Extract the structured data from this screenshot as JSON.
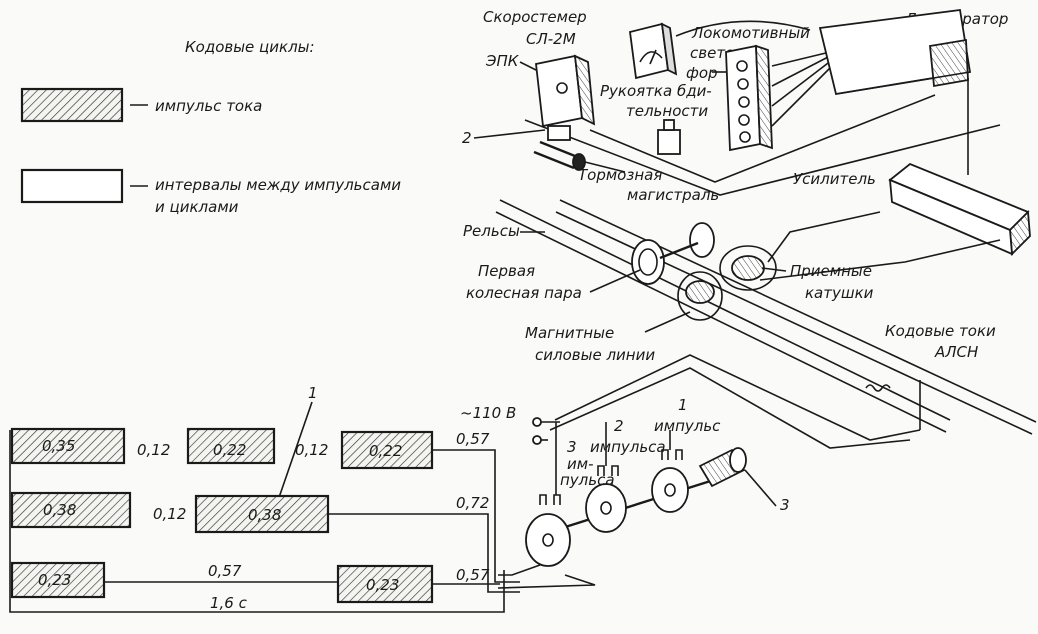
{
  "legend": {
    "title": "Кодовые циклы:",
    "pulse_text": "импульс тока",
    "interval_line1": "интервалы между импульсами",
    "interval_line2": "и циклами"
  },
  "devices": {
    "speedometer_1": "Скоростемер",
    "speedometer_2": "СЛ-2М",
    "epk": "ЭПК",
    "loco_signal_1": "Локомотивный",
    "loco_signal_2": "свето-",
    "loco_signal_3": "фор",
    "decoder": "Дешифратор",
    "handle_1": "Рукоятка бди-",
    "handle_2": "тельности",
    "amplifier": "Усилитель",
    "brake_1": "Тормозная",
    "brake_2": "магистраль"
  },
  "track": {
    "rails": "Рельсы",
    "first_pair_1": "Первая",
    "first_pair_2": "колесная пара",
    "receiving_1": "Приемные",
    "receiving_2": "катушки",
    "magnetic_1": "Магнитные",
    "magnetic_2": "силовые линии",
    "code_currents_1": "Кодовые токи",
    "code_currents_2": "АЛСН"
  },
  "transmitter": {
    "voltage": "~110 В",
    "three_1": "3",
    "three_2": "им-",
    "three_3": "пульса",
    "two_1": "2",
    "two_2": "импульса",
    "one_1": "1",
    "one_2": "импульс",
    "callout_1": "1",
    "callout_2": "2",
    "callout_3": "3"
  },
  "codes": {
    "row1": {
      "p1": "0,35",
      "g1": "0,12",
      "p2": "0,22",
      "g2": "0,12",
      "p3": "0,22",
      "tail": "0,57"
    },
    "row2": {
      "p1": "0,38",
      "g1": "0,12",
      "p2": "0,38",
      "tail": "0,72"
    },
    "row3": {
      "p1": "0,23",
      "gap": "0,57",
      "p2": "0,23",
      "tail": "0,57",
      "cycle": "1,6 с"
    }
  }
}
